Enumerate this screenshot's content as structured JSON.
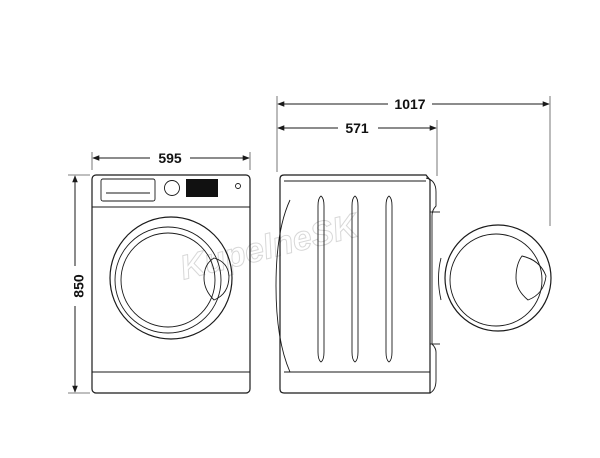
{
  "dimensions": {
    "width": "595",
    "height": "850",
    "depth": "571",
    "depth_door_open": "1017"
  },
  "watermark": "KupelneSK",
  "colors": {
    "stroke": "#1a1a1a",
    "watermark": "#d8d8d8"
  }
}
